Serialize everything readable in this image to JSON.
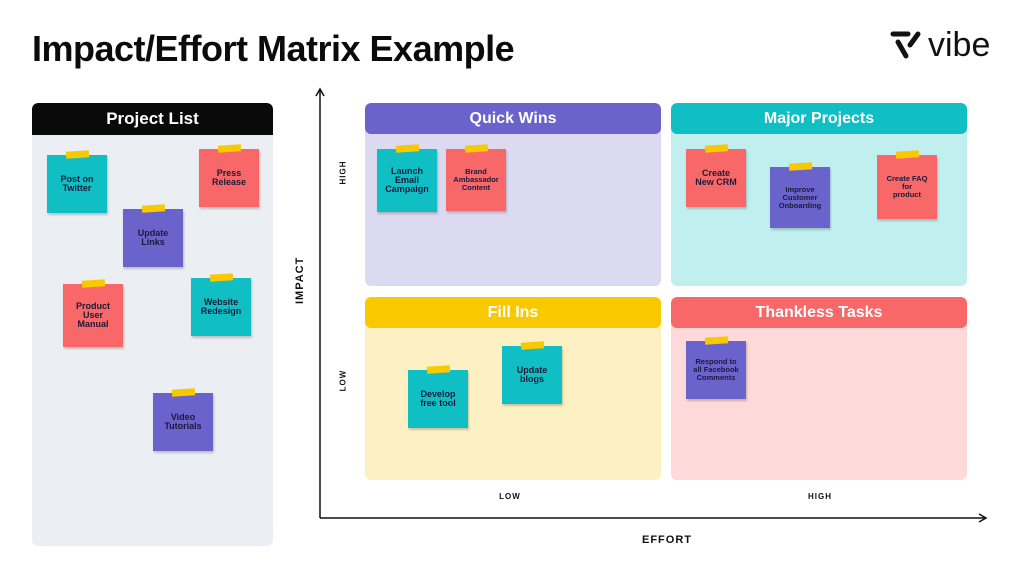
{
  "title": "Impact/Effort Matrix Example",
  "logo": {
    "text": "vibe"
  },
  "colors": {
    "purple": "#6b63cc",
    "teal": "#10bfc4",
    "red": "#f86868",
    "yellow": "#f9c900"
  },
  "project_list": {
    "title": "Project List",
    "notes": [
      {
        "text": "Post on\nTwitter",
        "color": "teal"
      },
      {
        "text": "Press\nRelease",
        "color": "red"
      },
      {
        "text": "Update\nLinks",
        "color": "purple"
      },
      {
        "text": "Product\nUser\nManual",
        "color": "red"
      },
      {
        "text": "Website\nRedesign",
        "color": "teal"
      },
      {
        "text": "Video\nTutorials",
        "color": "purple"
      }
    ]
  },
  "quadrants": {
    "quick_wins": {
      "title": "Quick Wins",
      "notes": [
        {
          "text": "Launch\nEmail\nCampaign",
          "color": "teal"
        },
        {
          "text": "Brand\nAmbassador\nContent",
          "color": "red"
        }
      ]
    },
    "major_projects": {
      "title": "Major Projects",
      "notes": [
        {
          "text": "Create\nNew CRM",
          "color": "red"
        },
        {
          "text": "Improve\nCustomer\nOnboarding",
          "color": "purple"
        },
        {
          "text": "Create FAQ\nfor\nproduct",
          "color": "red"
        }
      ]
    },
    "fill_ins": {
      "title": "Fill Ins",
      "notes": [
        {
          "text": "Develop\nfree tool",
          "color": "teal"
        },
        {
          "text": "Update\nblogs",
          "color": "teal"
        }
      ]
    },
    "thankless_tasks": {
      "title": "Thankless Tasks",
      "notes": [
        {
          "text": "Respond to\nall Facebook\nComments",
          "color": "purple"
        }
      ]
    }
  },
  "axes": {
    "y_label": "IMPACT",
    "y_high": "HIGH",
    "y_low": "LOW",
    "x_label": "EFFORT",
    "x_low": "LOW",
    "x_high": "HIGH"
  }
}
